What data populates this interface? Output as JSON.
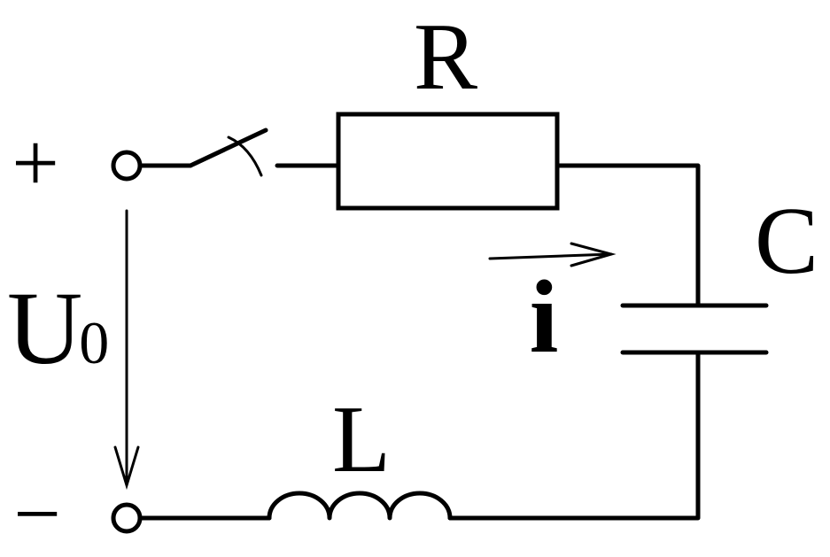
{
  "labels": {
    "plus": "+",
    "minus": "−",
    "voltage_main": "U",
    "voltage_sub": "0",
    "resistor": "R",
    "capacitor": "C",
    "inductor": "L",
    "current": "i"
  },
  "colors": {
    "ink": "#000000",
    "background": "#ffffff"
  }
}
